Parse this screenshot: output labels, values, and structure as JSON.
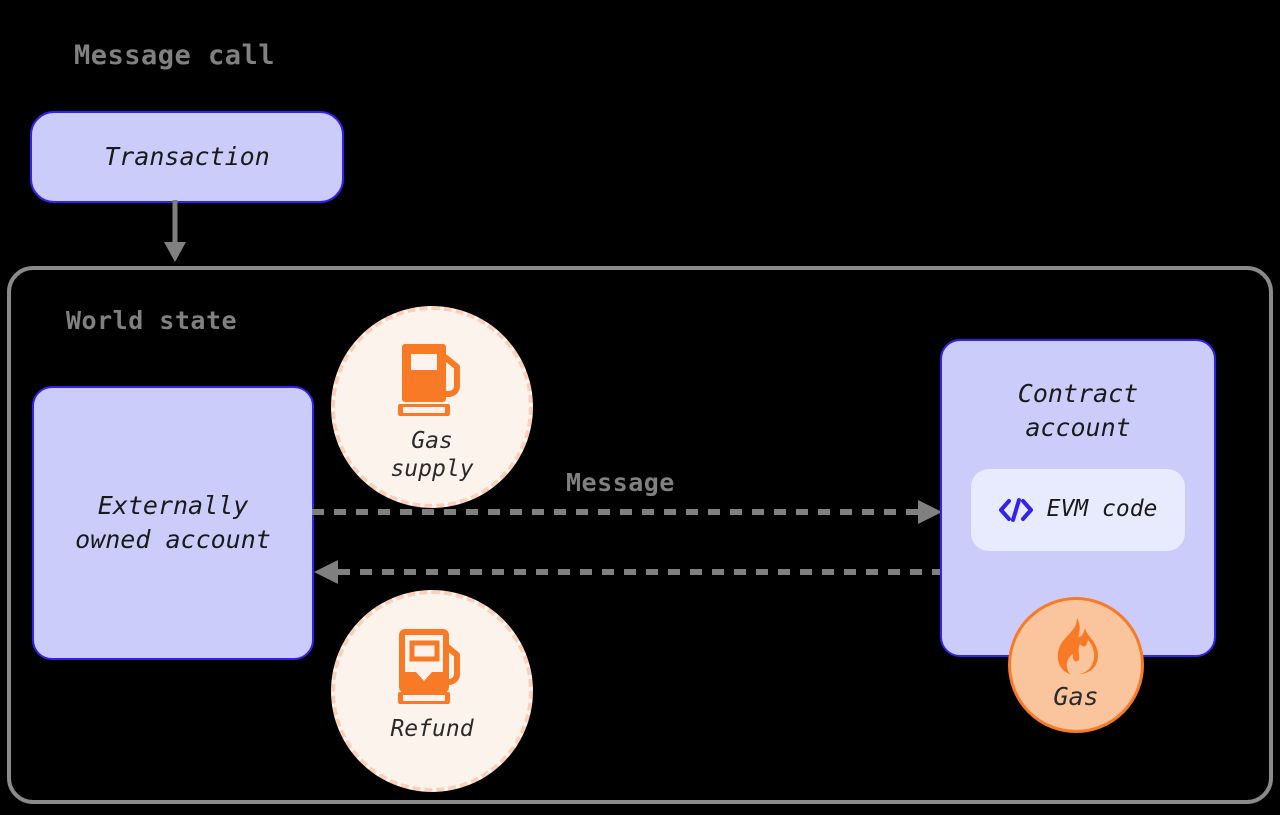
{
  "diagram": {
    "title": "Message call",
    "background_color": "#000000"
  },
  "colors": {
    "box_fill": "#ccccfa",
    "box_border": "#3322ee",
    "pill_fill": "#e8eafd",
    "container_border": "#8a8a8a",
    "heading_text": "#808080",
    "orange": "#f97a26",
    "circle_fill_pale": "#fdf3ed",
    "circle_border_pale": "#fad1b8",
    "gas_circle_fill": "#fac49c",
    "arrow_gray": "#808080"
  },
  "transaction": {
    "label": "Transaction"
  },
  "world_state": {
    "title": "World state",
    "eoa": {
      "label": "Externally\nowned account"
    },
    "contract": {
      "title": "Contract\naccount",
      "evm_code_label": "EVM code",
      "evm_code_icon": "code-brackets-icon",
      "gas_badge": {
        "label": "Gas",
        "icon": "flame-icon"
      }
    },
    "gas_supply": {
      "label": "Gas\nsupply",
      "icon": "fuel-pump-full-icon"
    },
    "refund": {
      "label": "Refund",
      "icon": "fuel-pump-partial-icon"
    },
    "message_arrow_label": "Message"
  },
  "icons": {
    "transaction_arrow": "down-arrow-icon",
    "message_arrow": "right-arrow-dashed-icon",
    "return_arrow": "left-arrow-dashed-icon"
  }
}
